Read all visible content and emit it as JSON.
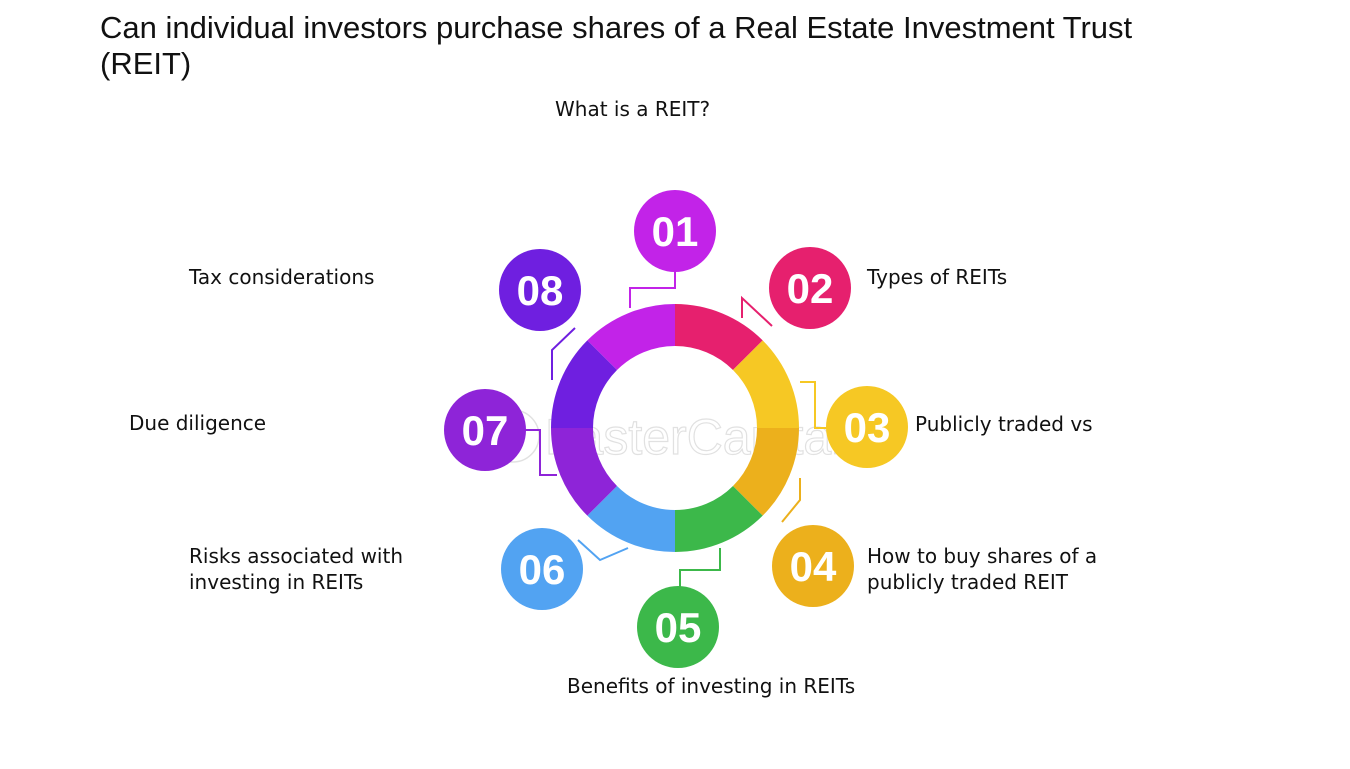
{
  "title": "Can individual investors purchase shares of a Real Estate Investment Trust (REIT)",
  "watermark": "FasterCapital",
  "items": [
    {
      "num": "01",
      "label": "What is a REIT?",
      "color": "#c223e8"
    },
    {
      "num": "02",
      "label": "Types of REITs",
      "color": "#e6206e"
    },
    {
      "num": "03",
      "label": "Publicly traded vs",
      "color": "#f6c824"
    },
    {
      "num": "04",
      "label": "How to buy shares of a publicly traded REIT",
      "color": "#ecb01c"
    },
    {
      "num": "05",
      "label": "Benefits of investing in REITs",
      "color": "#3cb84a"
    },
    {
      "num": "06",
      "label": "Risks associated with investing in REITs",
      "color": "#52a3f2"
    },
    {
      "num": "07",
      "label": "Due diligence",
      "color": "#8e24d8"
    },
    {
      "num": "08",
      "label": "Tax considerations",
      "color": "#6f1fe0"
    }
  ]
}
